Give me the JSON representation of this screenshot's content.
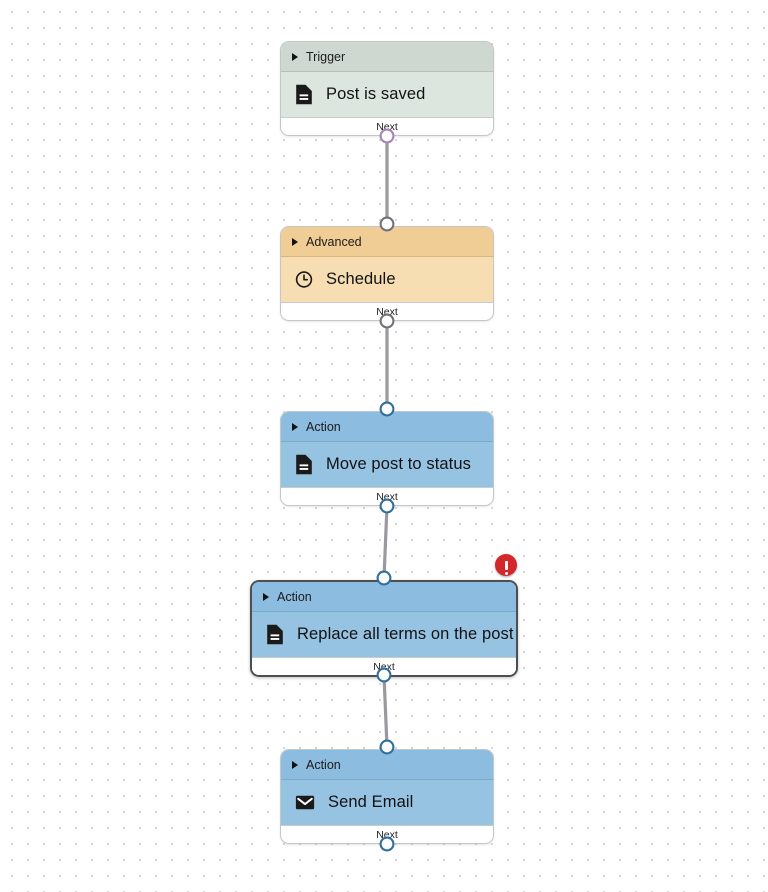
{
  "canvas": {
    "grid": "dot-grid",
    "background_color": "#ffffff",
    "dot_color": "#d9d6d6"
  },
  "colors": {
    "trigger_header": "#ced8d1",
    "trigger_body": "#dde5df",
    "advanced_header": "#f0cd94",
    "advanced_body": "#f7ddb2",
    "action_header": "#8cbce0",
    "action_body": "#97c3e3",
    "error_badge": "#d3272a",
    "selected_border": "#4b4f52",
    "wire": "#9a9a9e",
    "port_trigger_ring": "#a783b5",
    "port_default_ring": "#6f7377",
    "port_action_ring": "#2f6f9e"
  },
  "nodes": [
    {
      "id": "node-trigger",
      "kind": "trigger",
      "header_label": "Trigger",
      "title": "Post is saved",
      "icon": "document-icon",
      "footer_label": "Next",
      "selected": false,
      "has_error": false
    },
    {
      "id": "node-advanced",
      "kind": "advanced",
      "header_label": "Advanced",
      "title": "Schedule",
      "icon": "clock-icon",
      "footer_label": "Next",
      "selected": false,
      "has_error": false
    },
    {
      "id": "node-action-move",
      "kind": "action",
      "header_label": "Action",
      "title": "Move post to status",
      "icon": "document-icon",
      "footer_label": "Next",
      "selected": false,
      "has_error": false
    },
    {
      "id": "node-action-replace",
      "kind": "action",
      "header_label": "Action",
      "title": "Replace all terms on the post",
      "icon": "document-icon",
      "footer_label": "Next",
      "selected": true,
      "has_error": true
    },
    {
      "id": "node-action-email",
      "kind": "action",
      "header_label": "Action",
      "title": "Send Email",
      "icon": "envelope-icon",
      "footer_label": "Next",
      "selected": false,
      "has_error": false
    }
  ],
  "error_badge": {
    "icon": "exclamation-icon",
    "attached_to": "node-action-replace"
  }
}
